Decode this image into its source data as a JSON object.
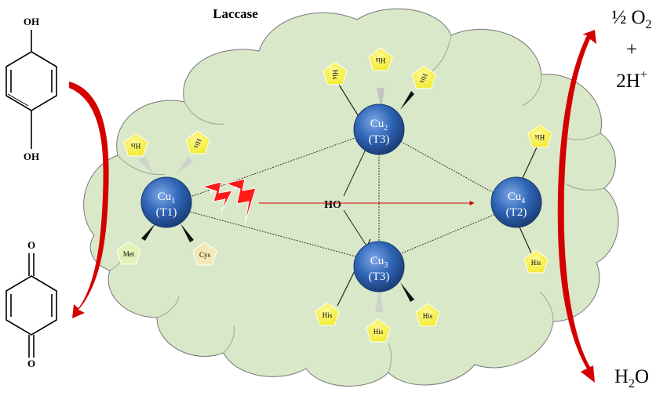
{
  "title": "Laccase",
  "substrate": {
    "top_label": "OH",
    "bottom_label": "OH"
  },
  "product": {
    "top_label": "O",
    "bottom_label": "O"
  },
  "right_top": {
    "line1": "½ O",
    "line1_sub": "2",
    "line2": "+",
    "line3": "2H",
    "line3_sup": "+"
  },
  "right_bottom": {
    "main": "H",
    "sub": "2",
    "tail": "O"
  },
  "copper_centers": {
    "cu1": {
      "element": "Cu",
      "index": "1",
      "type": "(T1)"
    },
    "cu2": {
      "element": "Cu",
      "index": "2",
      "type": "(T3)"
    },
    "cu3": {
      "element": "Cu",
      "index": "3",
      "type": "(T3)"
    },
    "cu4": {
      "element": "Cu",
      "index": "4",
      "type": "(T2)"
    }
  },
  "bridge_label": "HO",
  "electron_label": "e",
  "ligands": {
    "his": "His",
    "his_mirrored": "His",
    "met": "Met",
    "cys": "Cys"
  },
  "colors": {
    "cloud_fill": "#d9e8c9",
    "copper": "#2f65b7",
    "ligand_yellow": "#f5ef3a",
    "arrow_red": "#d40000"
  }
}
